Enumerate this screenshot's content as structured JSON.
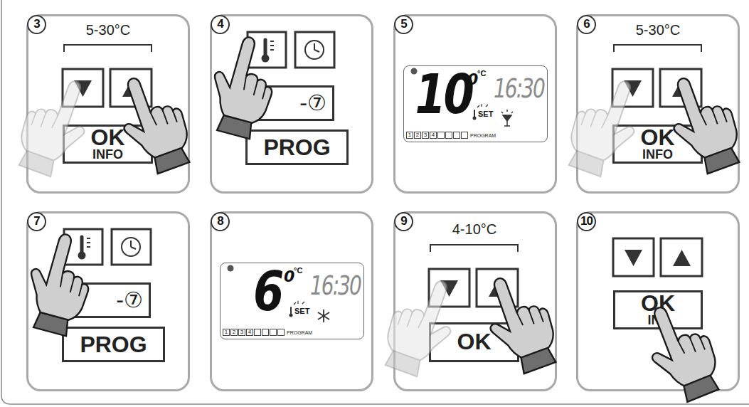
{
  "diagram": {
    "nodes": [
      {
        "text": [
          "3"
        ]
      },
      {
        "text": [
          "OK",
          "INFO"
        ],
        "in": 0
      },
      {
        "text": [
          "4"
        ]
      },
      {
        "text": [
          "-⑦"
        ],
        "in": 2
      },
      {
        "text": [
          "PROG"
        ],
        "in": 2
      },
      {
        "text": [
          "5"
        ]
      },
      {
        "text": [
          "10",
          "0",
          "°C",
          "SET",
          "16:30",
          "1",
          "2",
          "3",
          "4",
          "PROGRAM"
        ],
        "in": 5
      },
      {
        "text": [
          "6"
        ]
      },
      {
        "text": [
          "OK",
          "INFO"
        ],
        "in": 7
      },
      {
        "text": [
          "7"
        ]
      },
      {
        "text": [
          "-⑦"
        ],
        "in": 9
      },
      {
        "text": [
          "PROG"
        ],
        "in": 9
      },
      {
        "text": [
          "8"
        ]
      },
      {
        "text": [
          "6",
          "0",
          "°C",
          "SET",
          "16:30",
          "1",
          "2",
          "3",
          "4",
          "PROGRAM"
        ],
        "in": 12
      },
      {
        "text": [
          "9"
        ]
      },
      {
        "text": [
          "OK"
        ],
        "in": 14
      },
      {
        "text": [
          "10"
        ]
      },
      {
        "text": [
          "OK",
          "INF"
        ],
        "in": 16
      }
    ],
    "labels": [
      "5-30°C",
      "5-30°C",
      "4-10°C"
    ]
  }
}
